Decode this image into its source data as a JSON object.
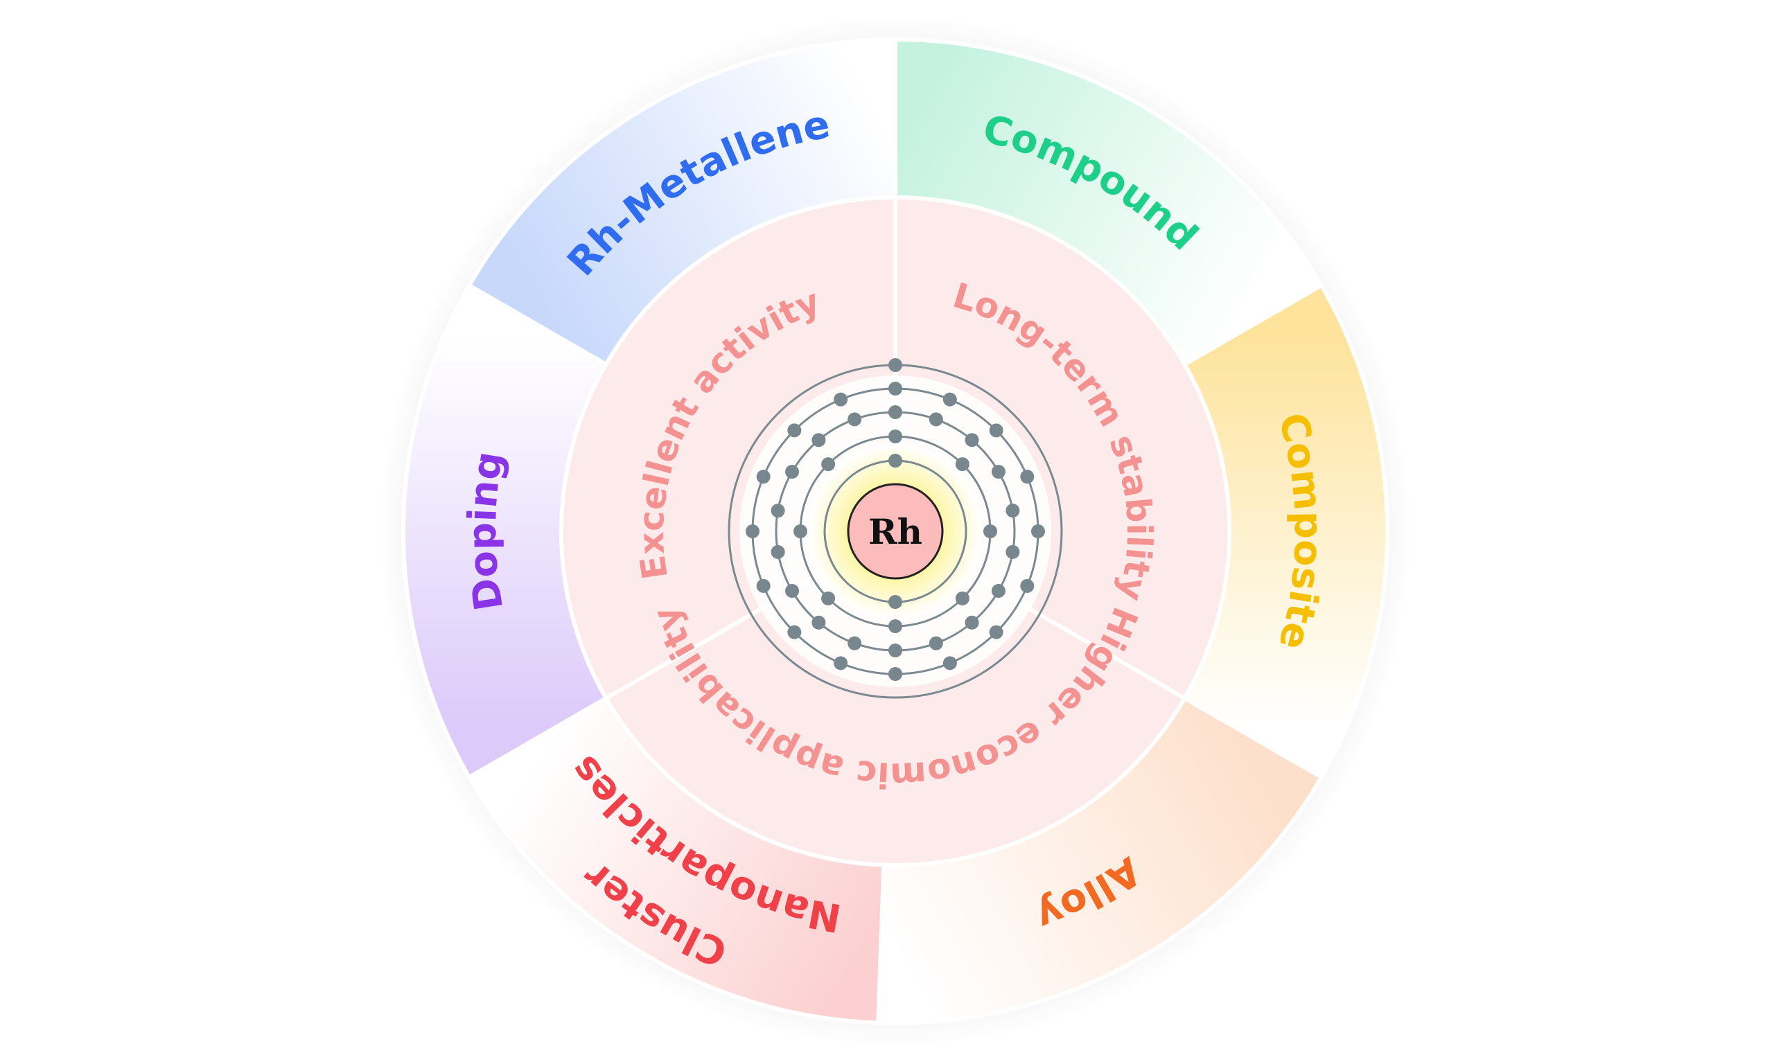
{
  "nucleus": {
    "symbol": "Rh",
    "fill": "#fdbcbc"
  },
  "shells": {
    "electrons": [
      2,
      8,
      18,
      16,
      1
    ],
    "orbit_color": "#7a8a90",
    "electron_color": "#77878d"
  },
  "inner_ring": {
    "fill": "#fdeaea",
    "text_color": "#f49191",
    "labels": [
      {
        "text": "Excellent activity",
        "angle_deg": 300
      },
      {
        "text": "Long-term stability",
        "angle_deg": 60
      },
      {
        "text": "Higher economic applicability",
        "angle_deg": 180
      }
    ]
  },
  "outer_ring": {
    "segments": [
      {
        "label": "Compound",
        "color": "#1ecf8a",
        "fill": "#c4f2df",
        "start_deg": 0,
        "end_deg": 60,
        "label_deg": 29
      },
      {
        "label": "Composite",
        "color": "#f5bf00",
        "fill": "#fde39c",
        "start_deg": 60,
        "end_deg": 120,
        "label_deg": 90
      },
      {
        "label": "Alloy",
        "color": "#f26a22",
        "fill": "#fde0cc",
        "start_deg": 120,
        "end_deg": 182,
        "label_deg": 152
      },
      {
        "label": "Cluster",
        "label2": "Nanoparticles",
        "color": "#f0404a",
        "fill": "#fcd0d0",
        "start_deg": 182,
        "end_deg": 240,
        "label_deg": 212
      },
      {
        "label": "Doping",
        "color": "#8a34e8",
        "fill": "#dccafa",
        "start_deg": 240,
        "end_deg": 300,
        "label_deg": 270
      },
      {
        "label": "Rh-Metallene",
        "color": "#2f6cf0",
        "fill": "#c7d8fb",
        "start_deg": 300,
        "end_deg": 360,
        "label_deg": 330
      }
    ]
  }
}
